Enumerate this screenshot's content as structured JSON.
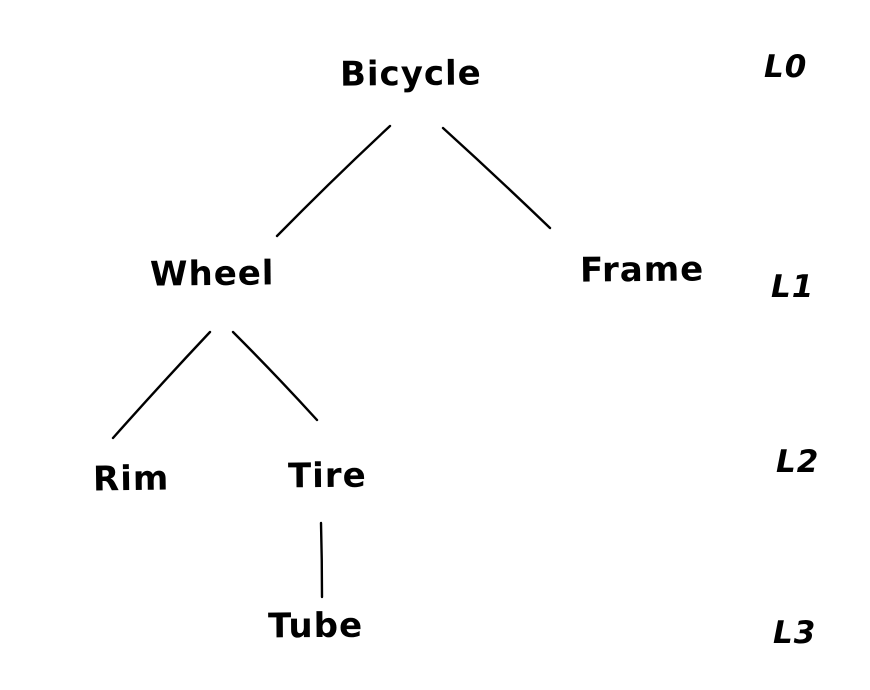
{
  "diagram": {
    "type": "tree",
    "ink_color": "#000000",
    "background_color": "#ffffff",
    "nodes": [
      {
        "id": "bicycle",
        "label": "Bicycle",
        "level": 0,
        "parent": null
      },
      {
        "id": "wheel",
        "label": "Wheel",
        "level": 1,
        "parent": "bicycle"
      },
      {
        "id": "frame",
        "label": "Frame",
        "level": 1,
        "parent": "bicycle"
      },
      {
        "id": "rim",
        "label": "Rim",
        "level": 2,
        "parent": "wheel"
      },
      {
        "id": "tire",
        "label": "Tire",
        "level": 2,
        "parent": "wheel"
      },
      {
        "id": "tube",
        "label": "Tube",
        "level": 3,
        "parent": "tire"
      }
    ],
    "edges": [
      {
        "from": "bicycle",
        "to": "wheel"
      },
      {
        "from": "bicycle",
        "to": "frame"
      },
      {
        "from": "wheel",
        "to": "rim"
      },
      {
        "from": "wheel",
        "to": "tire"
      },
      {
        "from": "tire",
        "to": "tube"
      }
    ],
    "level_labels": [
      {
        "label": "L0"
      },
      {
        "label": "L1"
      },
      {
        "label": "L2"
      },
      {
        "label": "L3"
      }
    ]
  }
}
